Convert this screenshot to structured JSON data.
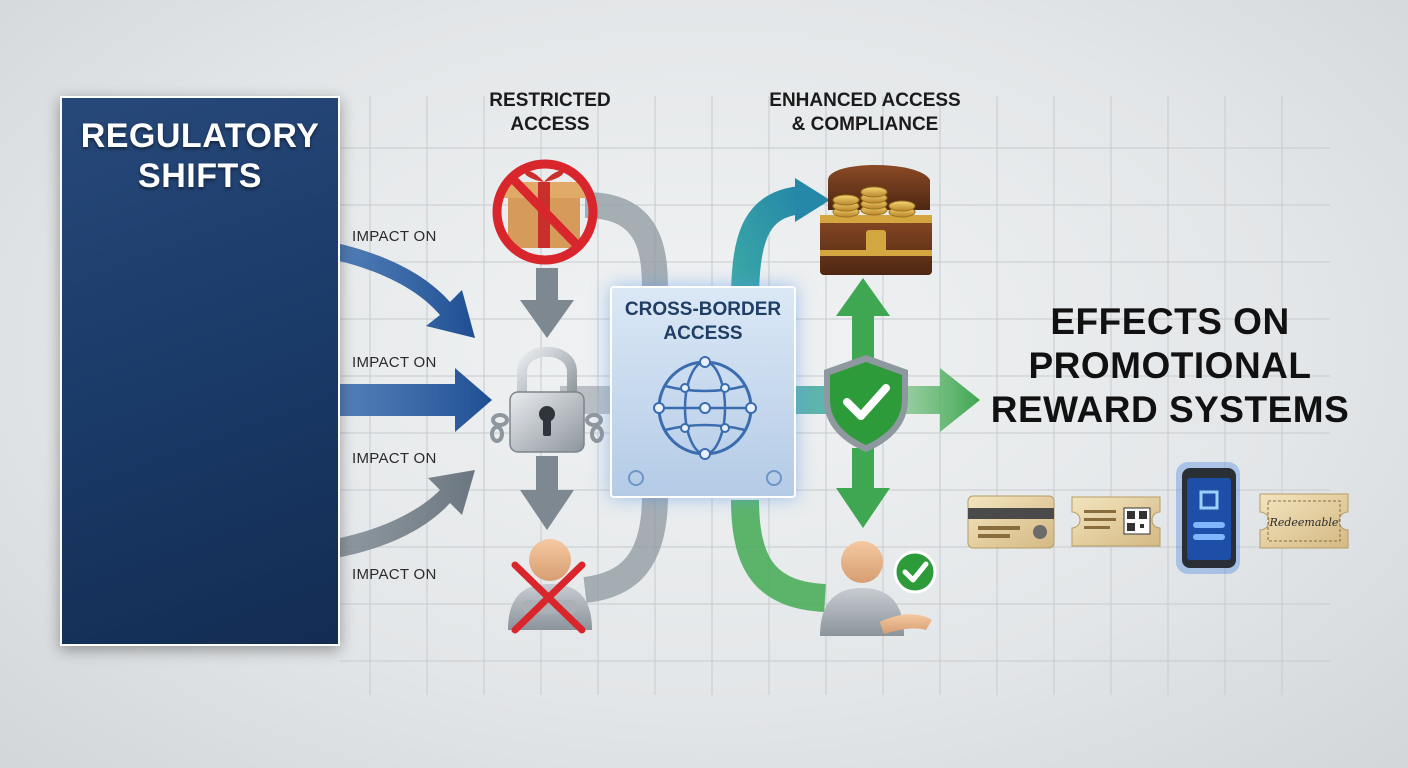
{
  "panel": {
    "title_line1": "REGULATORY",
    "title_line2": "SHIFTS"
  },
  "columns": {
    "restricted": {
      "line1": "RESTRICTED",
      "line2": "ACCESS"
    },
    "enhanced": {
      "line1": "ENHANCED ACCESS",
      "line2": "& COMPLIANCE"
    }
  },
  "impact_labels": [
    "IMPACT ON",
    "IMPACT ON",
    "IMPACT ON",
    "IMPACT ON"
  ],
  "hub": {
    "line1": "CROSS-BORDER",
    "line2": "ACCESS"
  },
  "effects": {
    "line1": "EFFECTS ON",
    "line2": "PROMOTIONAL",
    "line3": "REWARD SYSTEMS"
  },
  "voucher_text": "Redeemable",
  "colors": {
    "panel": "#1a3a68",
    "blue_arrow": "#2f5f9e",
    "gray_arrow": "#8a949c",
    "teal_arrow": "#2b9aa6",
    "green_arrow": "#4cae5c",
    "red_prohibit": "#d9262c",
    "shield_green": "#2e9b3a"
  },
  "icons": [
    "scales-icon",
    "gavel-icon",
    "scroll-icon",
    "gift-prohibited-icon",
    "padlock-icon",
    "user-denied-icon",
    "globe-network-icon",
    "treasure-chest-icon",
    "shield-check-icon",
    "user-approved-icon",
    "card-icon",
    "qr-ticket-icon",
    "phone-icon",
    "voucher-icon"
  ]
}
